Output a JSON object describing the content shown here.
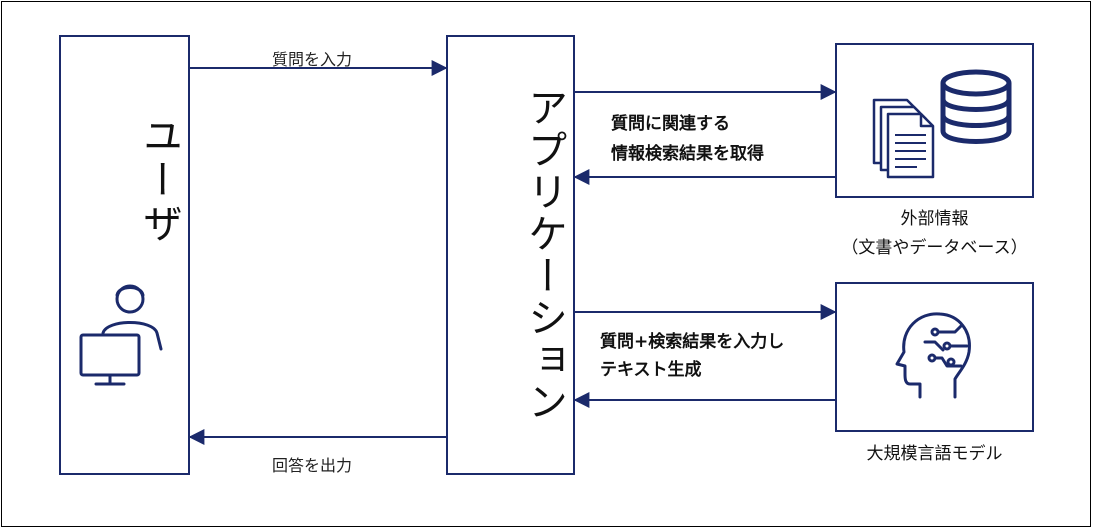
{
  "nodes": {
    "user": "ユーザ",
    "application": "アプリケーション"
  },
  "edges": {
    "input_question": "質問を入力",
    "output_answer": "回答を出力",
    "retrieve_line1": "質問に関連する",
    "retrieve_line2": "情報検索結果を取得",
    "generate_line1": "質問+検索結果を入力し",
    "generate_line2": "テキスト生成"
  },
  "external": {
    "title": "外部情報",
    "subtitle": "（文書やデータベース）"
  },
  "llm": {
    "title": "大規模言語モデル"
  },
  "colors": {
    "accent": "#1b2a6b"
  },
  "icons": [
    "person-at-computer-icon",
    "documents-icon",
    "database-icon",
    "ai-brain-head-icon"
  ]
}
